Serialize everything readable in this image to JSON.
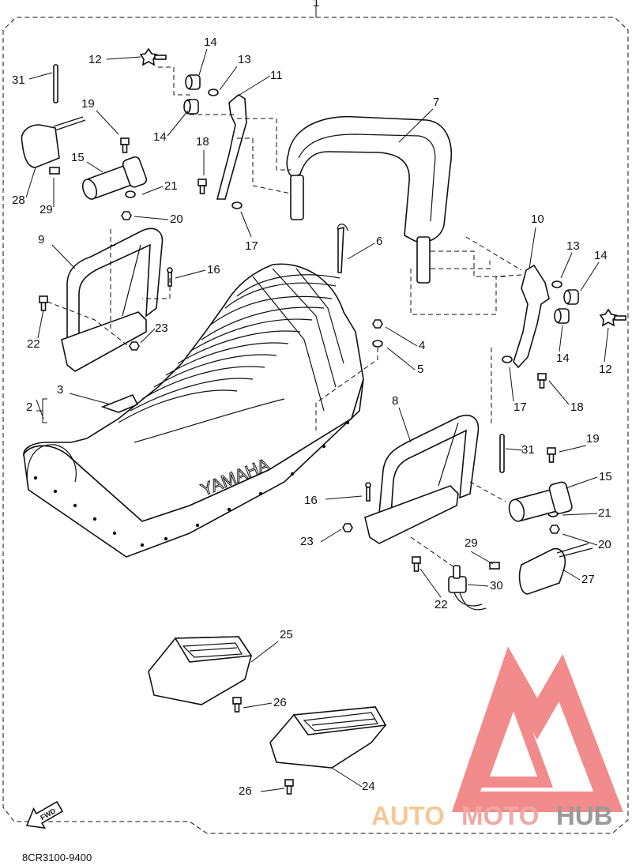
{
  "diagram": {
    "main_label": "1",
    "catalog_code": "8CR3100-9400",
    "seat_text": "YAMAHA",
    "fwd_text": "FWD",
    "labels": [
      {
        "id": "31a",
        "text": "31"
      },
      {
        "id": "12a",
        "text": "12"
      },
      {
        "id": "14a",
        "text": "14"
      },
      {
        "id": "13a",
        "text": "13"
      },
      {
        "id": "11",
        "text": "11"
      },
      {
        "id": "14b",
        "text": "14"
      },
      {
        "id": "7",
        "text": "7"
      },
      {
        "id": "19a",
        "text": "19"
      },
      {
        "id": "18a",
        "text": "18"
      },
      {
        "id": "15a",
        "text": "15"
      },
      {
        "id": "21a",
        "text": "21"
      },
      {
        "id": "28",
        "text": "28"
      },
      {
        "id": "29a",
        "text": "29"
      },
      {
        "id": "20a",
        "text": "20"
      },
      {
        "id": "17a",
        "text": "17"
      },
      {
        "id": "9",
        "text": "9"
      },
      {
        "id": "6",
        "text": "6"
      },
      {
        "id": "10",
        "text": "10"
      },
      {
        "id": "13b",
        "text": "13"
      },
      {
        "id": "14c",
        "text": "14"
      },
      {
        "id": "16a",
        "text": "16"
      },
      {
        "id": "22a",
        "text": "22"
      },
      {
        "id": "23a",
        "text": "23"
      },
      {
        "id": "4",
        "text": "4"
      },
      {
        "id": "14d",
        "text": "14"
      },
      {
        "id": "12b",
        "text": "12"
      },
      {
        "id": "5",
        "text": "5"
      },
      {
        "id": "3",
        "text": "3"
      },
      {
        "id": "2",
        "text": "2"
      },
      {
        "id": "17b",
        "text": "17"
      },
      {
        "id": "18b",
        "text": "18"
      },
      {
        "id": "8",
        "text": "8"
      },
      {
        "id": "19b",
        "text": "19"
      },
      {
        "id": "31b",
        "text": "31"
      },
      {
        "id": "15b",
        "text": "15"
      },
      {
        "id": "16b",
        "text": "16"
      },
      {
        "id": "21b",
        "text": "21"
      },
      {
        "id": "23b",
        "text": "23"
      },
      {
        "id": "20b",
        "text": "20"
      },
      {
        "id": "29b",
        "text": "29"
      },
      {
        "id": "27",
        "text": "27"
      },
      {
        "id": "30",
        "text": "30"
      },
      {
        "id": "22b",
        "text": "22"
      },
      {
        "id": "25",
        "text": "25"
      },
      {
        "id": "26a",
        "text": "26"
      },
      {
        "id": "24",
        "text": "24"
      },
      {
        "id": "26b",
        "text": "26"
      }
    ]
  },
  "watermark": {
    "word_a": "AUTO",
    "word_b": "MOTO",
    "word_c": "HUB",
    "colors": {
      "triangle": "#f28b8b",
      "auto": "#f6c896",
      "moto": "#f2a6a6",
      "hub": "#9a9a9a"
    }
  }
}
